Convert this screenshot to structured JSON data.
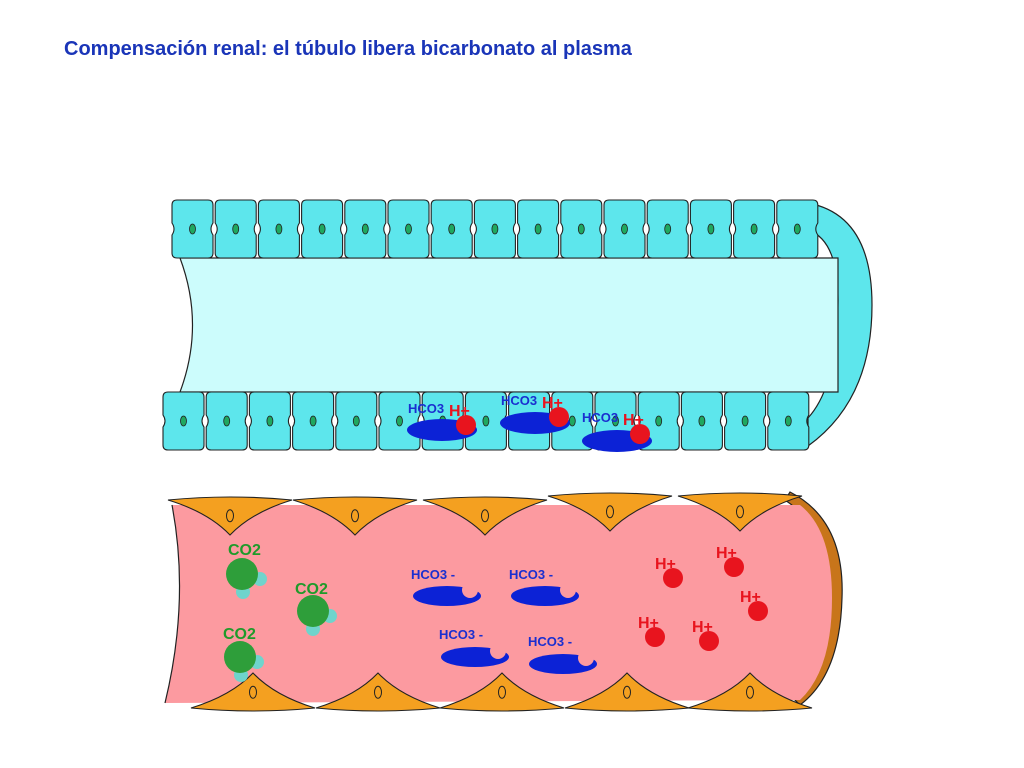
{
  "title": "Compensación renal: el túbulo libera bicarbonato al plasma",
  "tubule": {
    "bicarbonate_labels": [
      "HCO3",
      "HCO3",
      "HCO3"
    ],
    "proton_labels": [
      "H+",
      "H+",
      "H+"
    ]
  },
  "vessel": {
    "co2_labels": [
      "CO2",
      "CO2",
      "CO2"
    ],
    "bicarbonate_labels": [
      "HCO3 -",
      "HCO3 -",
      "HCO3 -",
      "HCO3 -"
    ],
    "proton_labels": [
      "H+",
      "H+",
      "H+",
      "H+",
      "H+"
    ]
  },
  "colors": {
    "title": "#1a35b8",
    "tubule_cell": "#5de6ec",
    "tubule_lumen": "#ccfcfc",
    "tubule_nucleus": "#1fa860",
    "endothelial_cell": "#f4a020",
    "plasma": "#fc9aa0",
    "bicarbonate": "#0c22d6",
    "proton": "#e8141e",
    "co2_carbon": "#2e9e3a",
    "co2_oxygen": "#6fd4cc"
  }
}
